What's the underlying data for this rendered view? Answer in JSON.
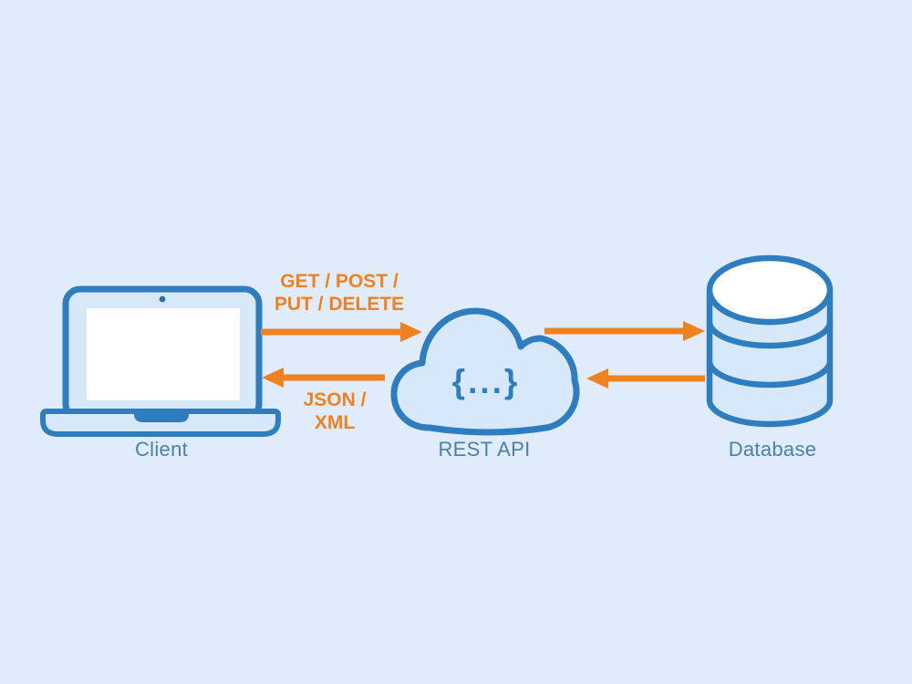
{
  "colors": {
    "background": "#e0ecfb",
    "outline_blue": "#2e7dc0",
    "shape_fill": "#d6e8fa",
    "screen_white": "#ffffff",
    "arrow_orange": "#ee8220",
    "label_blue": "#4a7fae"
  },
  "nodes": {
    "client": {
      "label": "Client"
    },
    "rest_api": {
      "label": "REST API",
      "glyph": "{...}"
    },
    "database": {
      "label": "Database"
    }
  },
  "flows": {
    "request": {
      "line1": "GET / POST /",
      "line2": "PUT / DELETE",
      "direction": "client-to-api"
    },
    "response": {
      "line1": "JSON /",
      "line2": "XML",
      "direction": "api-to-client"
    },
    "api_to_db": {
      "direction": "api-to-database"
    },
    "db_to_api": {
      "direction": "database-to-api"
    }
  }
}
